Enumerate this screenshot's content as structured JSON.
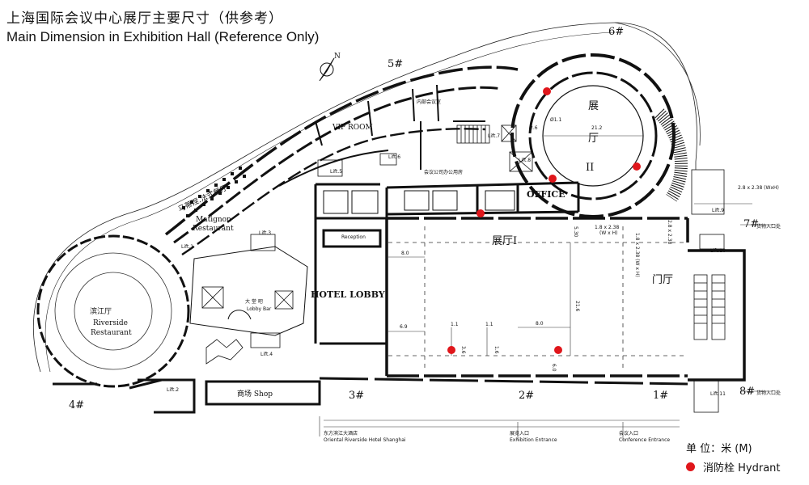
{
  "title": {
    "chinese": "上海国际会议中心展厅主要尺寸（供参考）",
    "english": "Main Dimension  in Exhibition Hall  (Reference Only)"
  },
  "legend": {
    "unit": "单 位：米 (M)",
    "hydrant": "消防栓 Hydrant",
    "hydrant_color": "#e0161b"
  },
  "compass": {
    "label": "N"
  },
  "rooms": {
    "hall2_cn_top": "展",
    "hall2_cn_bottom": "厅",
    "hall2_roman": "II",
    "hall1": "展厅I",
    "lobby_hall": "门厅",
    "hotel_lobby": "HOTEL LOBBY",
    "office": "OFFICE",
    "vip_room": "VIP ROOM",
    "internal_meeting": "内部会议室",
    "riverside_cn": "滨江厅",
    "riverside_en_1": "Riverside",
    "riverside_en_2": "Restaurant",
    "matignon_cn": "马蒂涅.法式餐厅",
    "matignon_en_1": "Matignon",
    "matignon_en_2": "Restaurant",
    "lobby_bar_cn": "大 堂 吧",
    "lobby_bar_en": "Lobby Bar",
    "reception": "Reception",
    "shop": "商场  Shop",
    "company_office": "会议公司办公用房"
  },
  "entrances": {
    "e1": "1#",
    "e2": "2#",
    "e3": "3#",
    "e4": "4#",
    "e5": "5#",
    "e6": "6#",
    "e7": "7#",
    "e8": "8#",
    "cargo_1": "货物入口处",
    "cargo_2": "货物入口处",
    "hotel_entrance_cn": "东方滨江大酒店",
    "hotel_entrance_en": "Oriental Riverside Hotel Shanghai",
    "exhibition_entrance_cn": "展览入口",
    "exhibition_entrance_en": "Exhibition Entrance",
    "conference_entrance_cn": "会议入口",
    "conference_entrance_en": "Conference Entrance"
  },
  "lifts": {
    "lift1": "Lift.1",
    "lift2": "Lift.2",
    "lift3": "Lift.3",
    "lift4": "Lift.4",
    "lift5": "Lift.5",
    "lift6": "Lift.6",
    "lift7": "Lift.7",
    "lift8": "Lift.8",
    "lift9": "Lift.9",
    "lift10": "Lift.10",
    "lift11": "Lift.11"
  },
  "dimensions": {
    "dia": "Ø1.1",
    "hall2_width": "21.2",
    "hall2_small": "2.6",
    "hall1_left": "8.0",
    "hall1_height": "21.6",
    "hall1_mid": "8.0",
    "hall1_low": "6.9",
    "col_a": "1.1",
    "col_b": "1.1",
    "col_c": "3.6",
    "col_d": "1.6",
    "col_e": "6.0",
    "door_main": "1.8 x 2.38",
    "door_main_sub": "(W x H)",
    "door_right": "2.8 x 2.38 (WxH)",
    "door_vert": "1.8 x 2.38 (W x H)",
    "door_vert_2": "2.8 x 2.38",
    "ceiling": "5.30"
  }
}
